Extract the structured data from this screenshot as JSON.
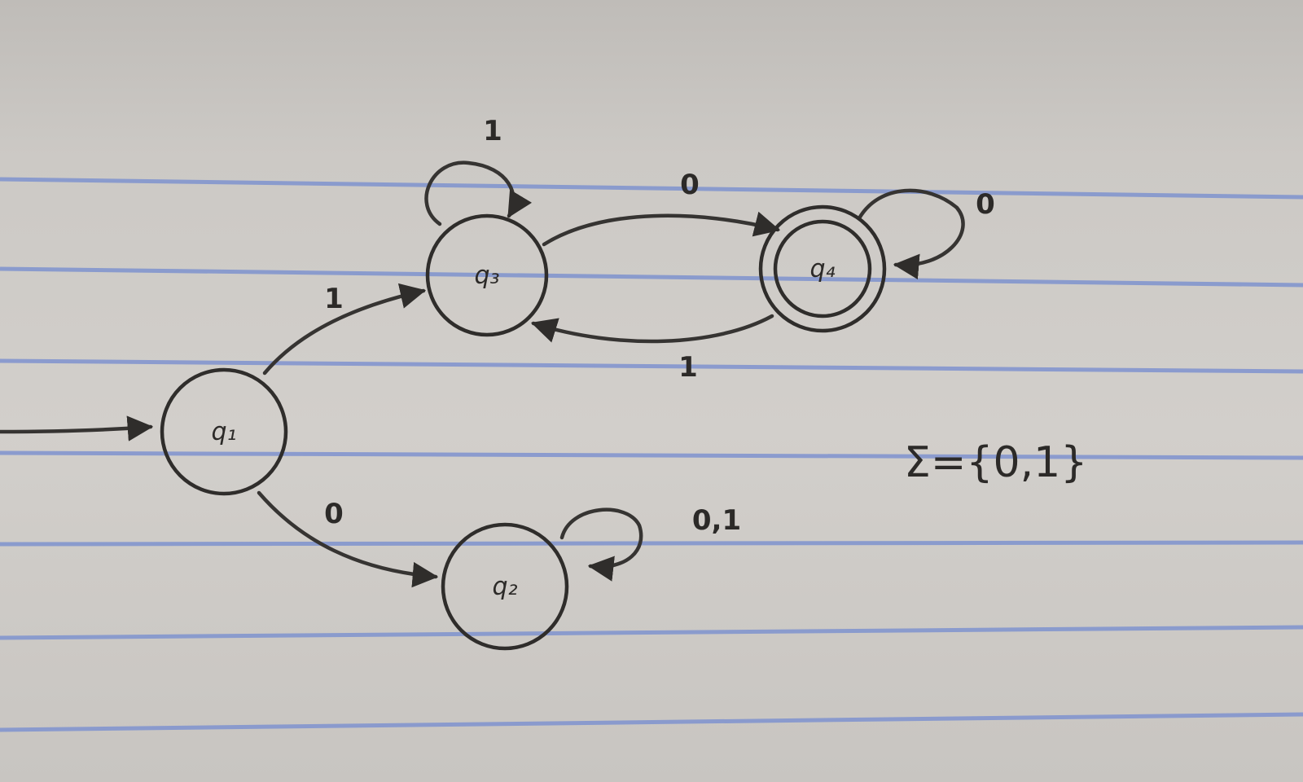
{
  "diagram": {
    "type": "state-diagram",
    "states": [
      {
        "id": "q1",
        "label": "q₁",
        "start": true,
        "accepting": false
      },
      {
        "id": "q2",
        "label": "q₂",
        "start": false,
        "accepting": false
      },
      {
        "id": "q3",
        "label": "q₃",
        "start": false,
        "accepting": false
      },
      {
        "id": "q4",
        "label": "q₄",
        "start": false,
        "accepting": true
      }
    ],
    "transitions": [
      {
        "from": "q1",
        "to": "q3",
        "label": "1"
      },
      {
        "from": "q1",
        "to": "q2",
        "label": "0"
      },
      {
        "from": "q3",
        "to": "q3",
        "label": "1"
      },
      {
        "from": "q3",
        "to": "q4",
        "label": "0"
      },
      {
        "from": "q4",
        "to": "q3",
        "label": "1"
      },
      {
        "from": "q4",
        "to": "q4",
        "label": "0"
      },
      {
        "from": "q2",
        "to": "q2",
        "label": "0,1"
      }
    ],
    "alphabet": "Σ={0,1}"
  },
  "colors": {
    "ink": "#2f2d2b",
    "rule_lines": "#7f93cf",
    "paper": "#d2cfcb"
  }
}
